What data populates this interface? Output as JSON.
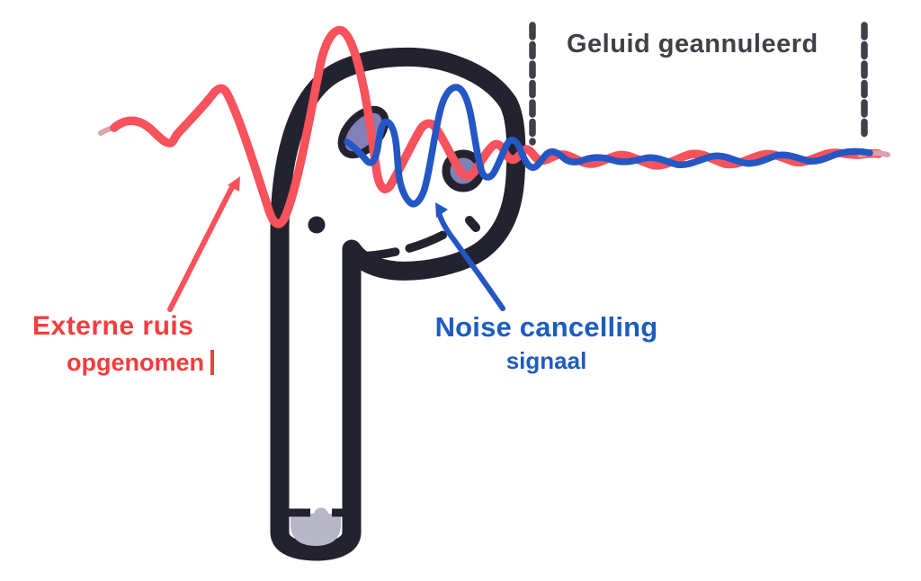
{
  "diagram": {
    "labels": {
      "external_noise_line1": "Externe ruis",
      "external_noise_line2": "opgenomen",
      "anc_line1": "Noise cancelling",
      "anc_line2": "signaal",
      "cancelled": "Geluid geannuleerd"
    },
    "colors": {
      "external_noise_red": "#f8525c",
      "label_red": "#f53c3c",
      "anc_blue": "#2456c4",
      "label_blue": "#1d5cc0",
      "cancelled_gray": "#414048",
      "outline_dark": "#23222f",
      "grill_purple": "#8181b7",
      "tip_lavender": "#b8b7c7",
      "fade_pink": "#daa5ac"
    }
  }
}
